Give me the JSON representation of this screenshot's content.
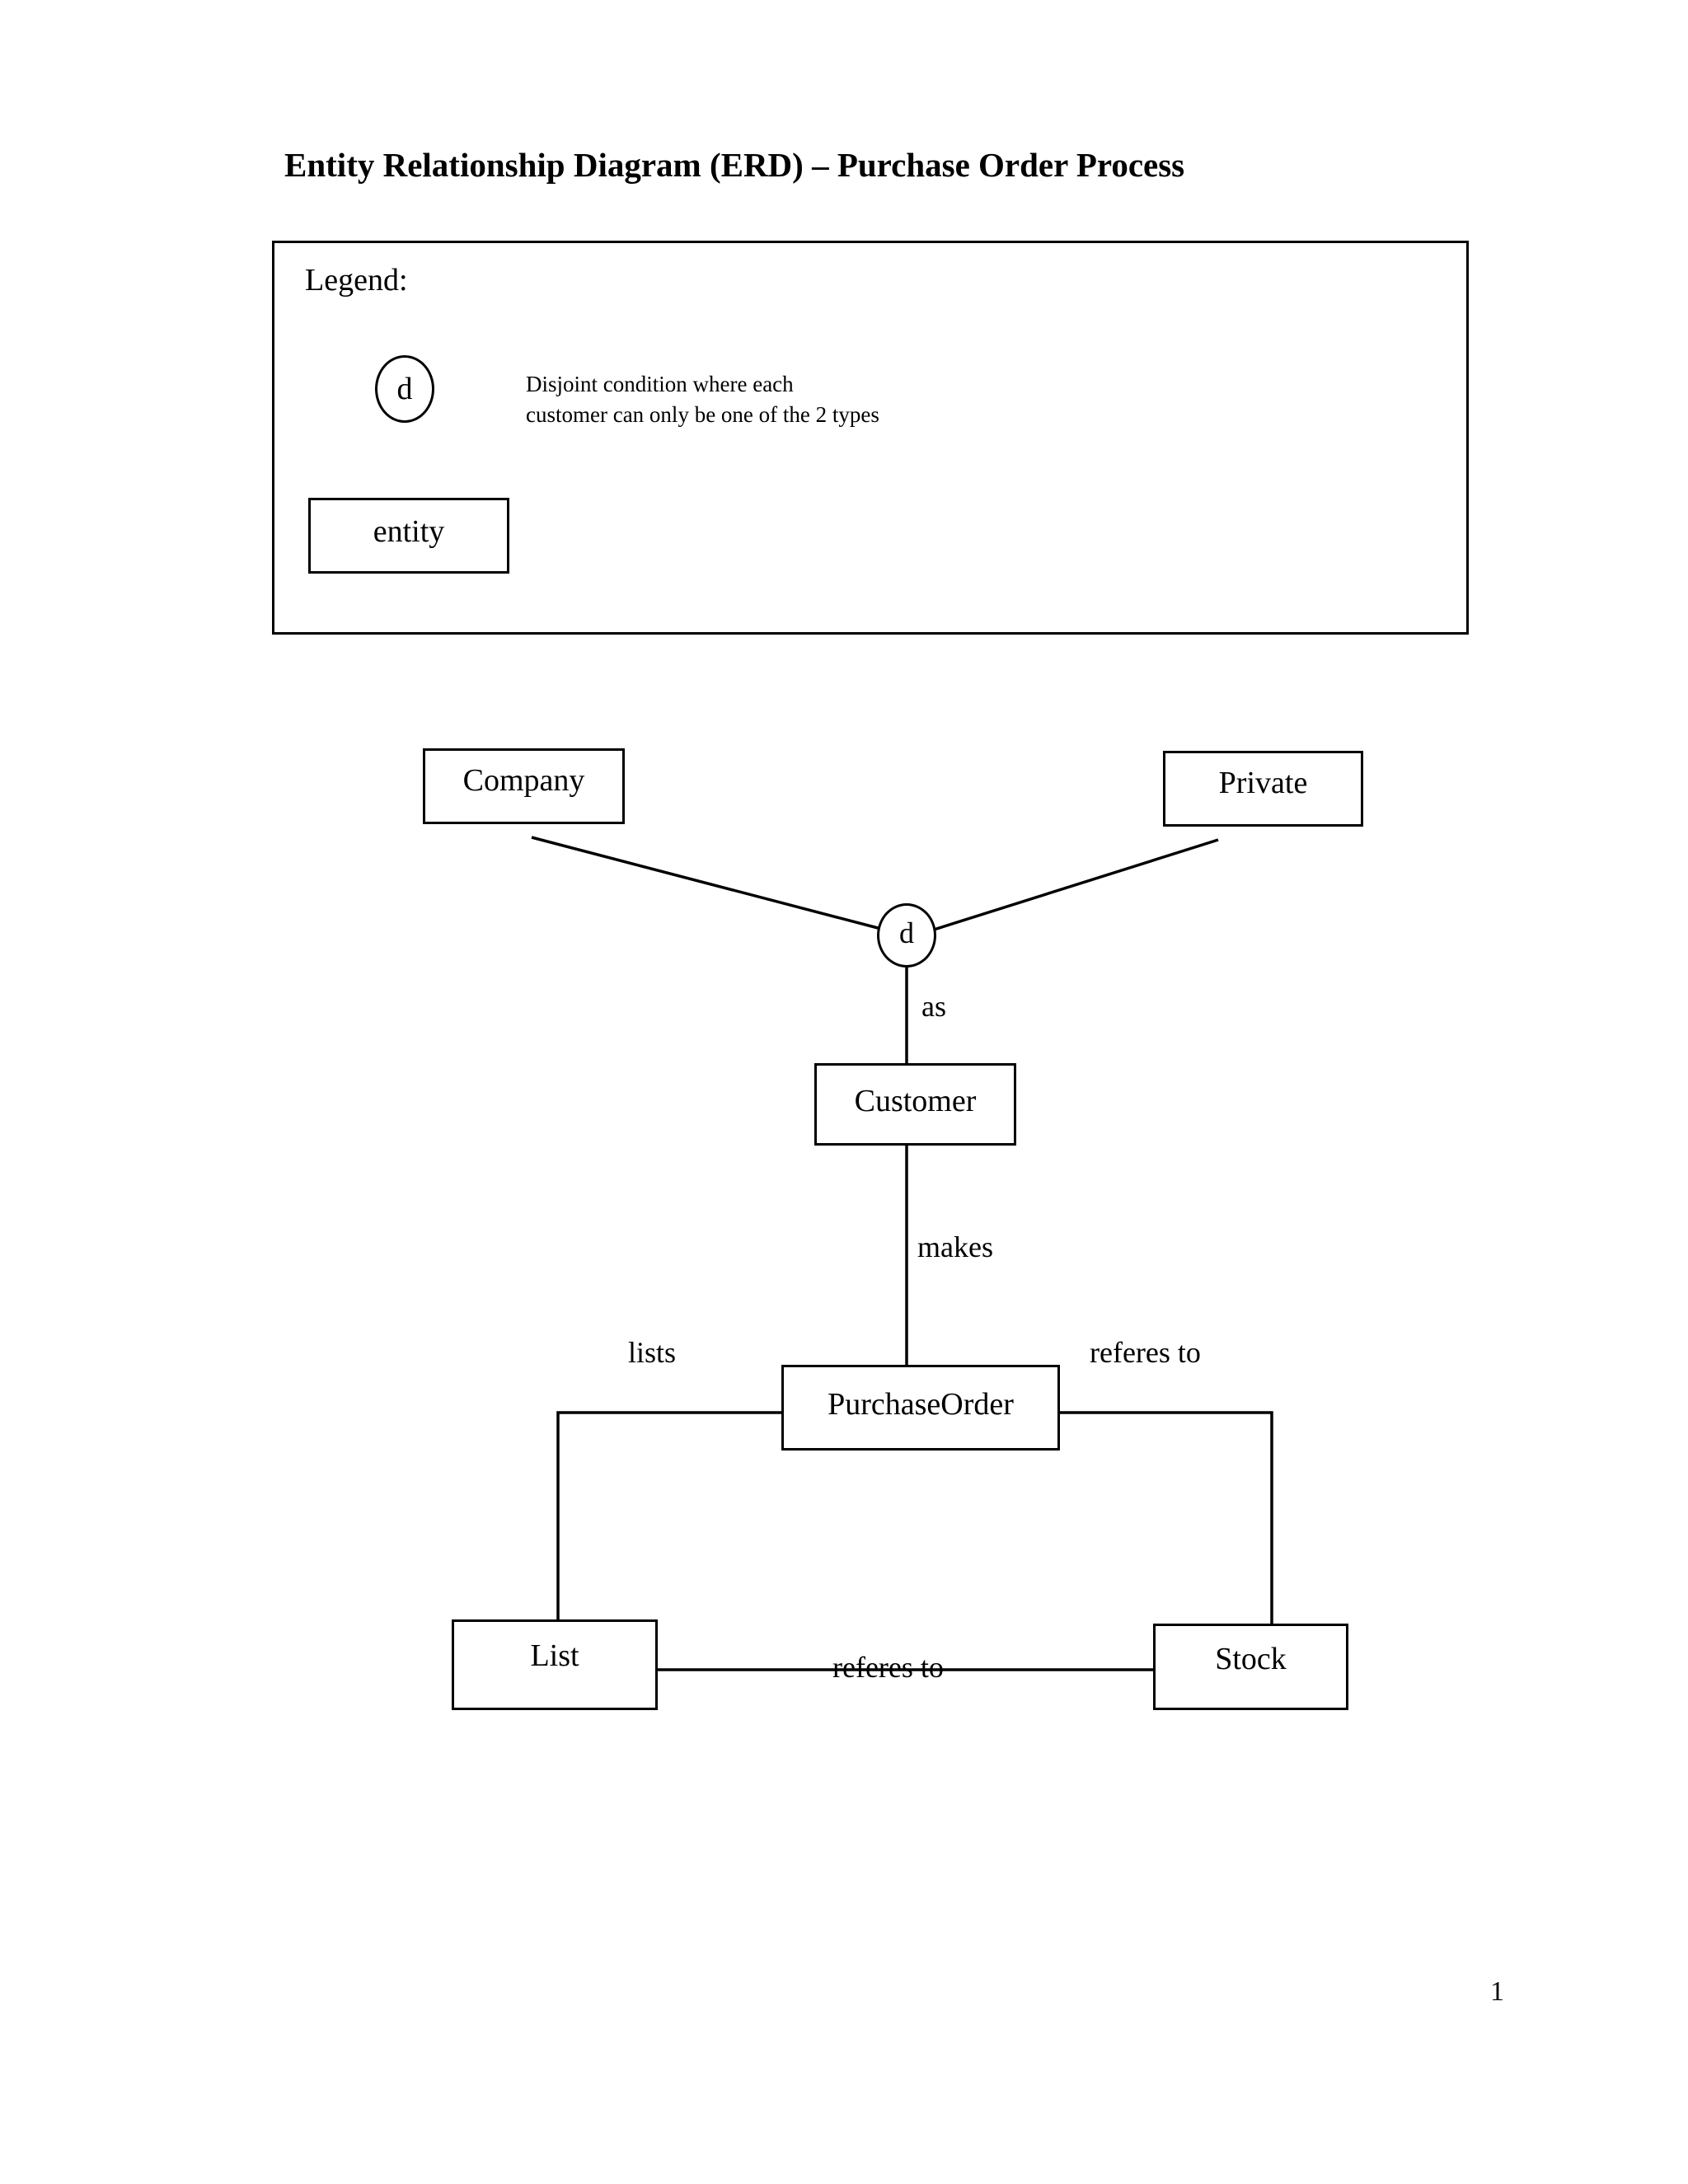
{
  "document": {
    "title": "Entity Relationship Diagram (ERD) – Purchase Order Process",
    "page_number": "1"
  },
  "legend": {
    "heading": "Legend:",
    "disjoint_symbol": "d",
    "disjoint_description": "Disjoint condition where each\ncustomer can only be one of the 2 types",
    "entity_sample_label": "entity"
  },
  "diagram": {
    "disjoint_symbol": "d",
    "entities": [
      {
        "id": "company",
        "label": "Company"
      },
      {
        "id": "private",
        "label": "Private"
      },
      {
        "id": "customer",
        "label": "Customer"
      },
      {
        "id": "purchaseorder",
        "label": "PurchaseOrder"
      },
      {
        "id": "list",
        "label": "List"
      },
      {
        "id": "stock",
        "label": "Stock"
      }
    ],
    "relationships": [
      {
        "id": "as",
        "label": "as",
        "from": "disjoint-circle",
        "to": "customer"
      },
      {
        "id": "makes",
        "label": "makes",
        "from": "customer",
        "to": "purchaseorder"
      },
      {
        "id": "lists",
        "label": "lists",
        "from": "purchaseorder",
        "to": "list"
      },
      {
        "id": "referes-to-right",
        "label": "referes to",
        "from": "purchaseorder",
        "to": "stock"
      },
      {
        "id": "referes-to-bottom",
        "label": "referes to",
        "from": "list",
        "to": "stock"
      }
    ]
  },
  "colors": {
    "stroke": "#000000",
    "background": "#ffffff"
  }
}
